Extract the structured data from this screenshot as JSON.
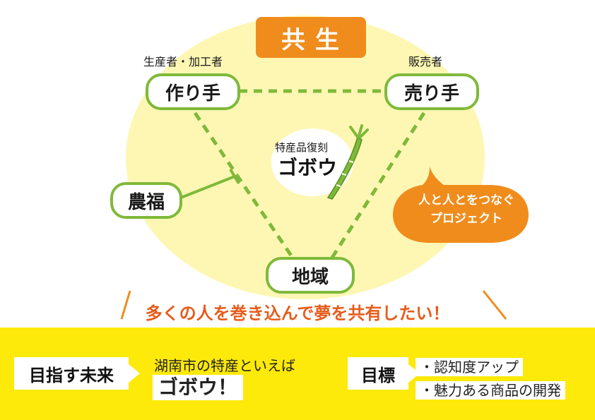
{
  "title": "共生",
  "nodes": {
    "maker": {
      "label": "作り手",
      "caption": "生産者・加工者"
    },
    "seller": {
      "label": "売り手",
      "caption": "販売者"
    },
    "region": {
      "label": "地域"
    },
    "welfare": {
      "label": "農福"
    }
  },
  "center": {
    "small": "特産品復刻",
    "big": "ゴボウ"
  },
  "bubble": {
    "line1": "人と人とをつなぐ",
    "line2": "プロジェクト"
  },
  "slogan": "多くの人を巻き込んで夢を共有したい！",
  "bottom": {
    "future_label": "目指す未来",
    "future_line1": "湖南市の特産といえば",
    "future_line2": "ゴボウ！",
    "goal_label": "目標",
    "goals": [
      "・認知度アップ",
      "・魅力ある商品の開発"
    ]
  },
  "colors": {
    "accent_orange": "#f08c1c",
    "green": "#7fb93a",
    "pale_yellow": "#fdf7b3",
    "band_yellow": "#fde90a",
    "slogan": "#e65c1c"
  },
  "icons": {
    "center": "burdock-root-icon"
  }
}
